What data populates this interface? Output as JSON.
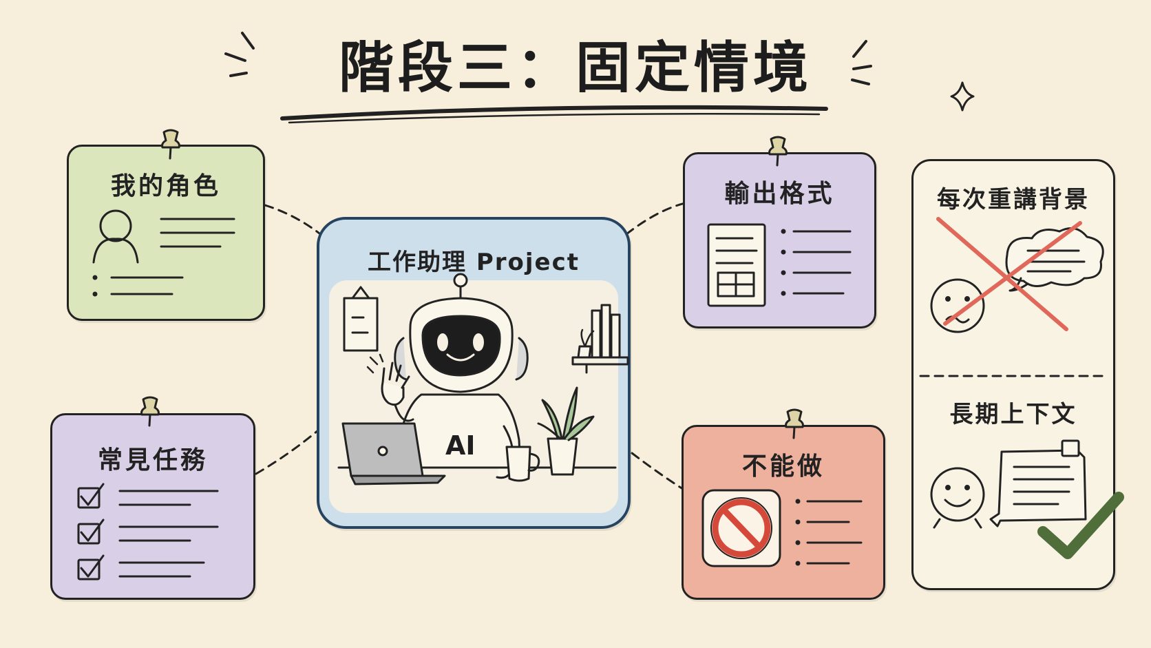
{
  "title": "階段三：固定情境",
  "center": {
    "title": "工作助理 Project",
    "robot_label": "AI"
  },
  "cards": {
    "role": {
      "title": "我的角色"
    },
    "tasks": {
      "title": "常見任務"
    },
    "format": {
      "title": "輸出格式"
    },
    "dont": {
      "title": "不能做"
    }
  },
  "compare": {
    "bad": {
      "title": "每次重講背景"
    },
    "good": {
      "title": "長期上下文"
    }
  },
  "colors": {
    "green_card": "#dce6bc",
    "purple_card": "#d9cfe7",
    "blue_card": "#cddfeb",
    "red_card": "#eeb19e",
    "cross": "#e0685a",
    "check": "#4f6e3a"
  }
}
